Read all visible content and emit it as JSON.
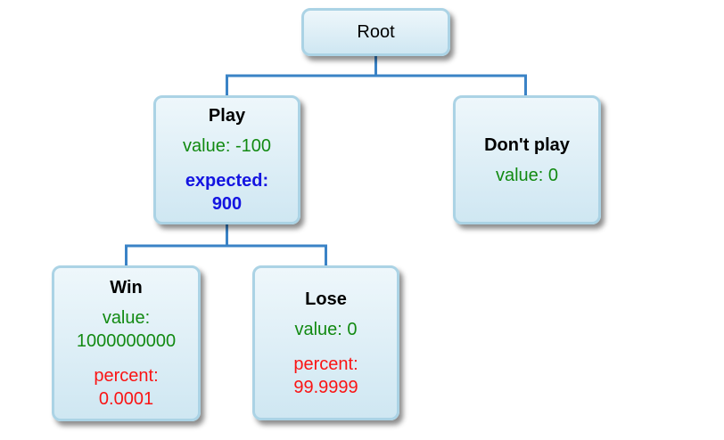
{
  "palette": {
    "background": "#ffffff",
    "node_fill_top": "#eef7fb",
    "node_fill_bottom": "#cfe7f2",
    "node_border": "#abd3e5",
    "connector_blue": "#3a83c6",
    "title_black": "#000000",
    "value_green": "#128a12",
    "expected_blue": "#1414e1",
    "percent_red": "#fa1414"
  },
  "tree": {
    "root": {
      "title": "Root",
      "children": [
        "play",
        "dont_play"
      ]
    },
    "play": {
      "title": "Play",
      "value": "value: -100",
      "expected": "expected: 900",
      "children": [
        "win",
        "lose"
      ]
    },
    "dont_play": {
      "title": "Don't play",
      "value": "value: 0",
      "children": []
    },
    "win": {
      "title": "Win",
      "value": "value: 1000000000",
      "percent": "percent: 0.0001",
      "children": []
    },
    "lose": {
      "title": "Lose",
      "value": "value: 0",
      "percent": "percent: 99.9999",
      "children": []
    }
  }
}
